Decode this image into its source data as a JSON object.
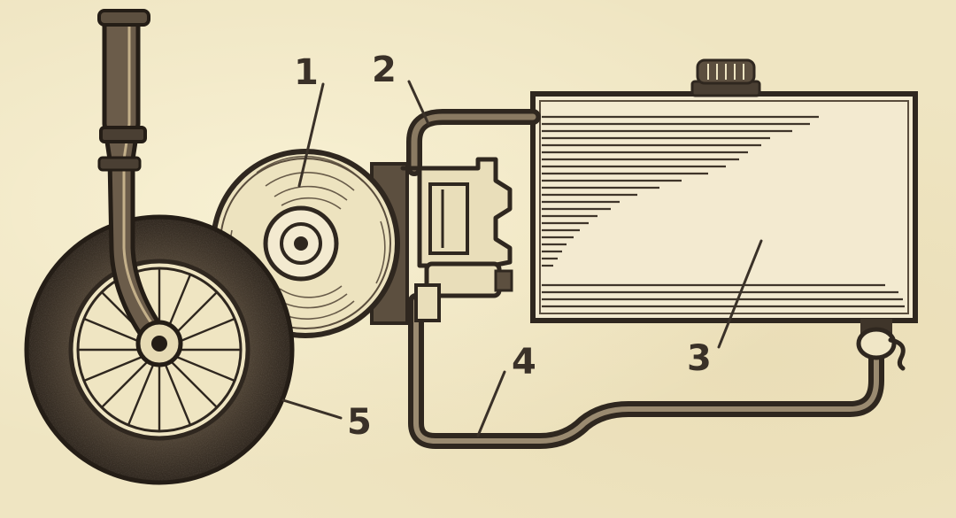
{
  "callouts": [
    {
      "id": "fan",
      "label": "1"
    },
    {
      "id": "pipe",
      "label": "2"
    },
    {
      "id": "tank",
      "label": "3"
    },
    {
      "id": "fuel-line",
      "label": "4"
    },
    {
      "id": "wheel",
      "label": "5"
    }
  ],
  "colors": {
    "paper": "#efe5c2",
    "ink": "#3a3128",
    "shade": "#6b5c4a"
  }
}
